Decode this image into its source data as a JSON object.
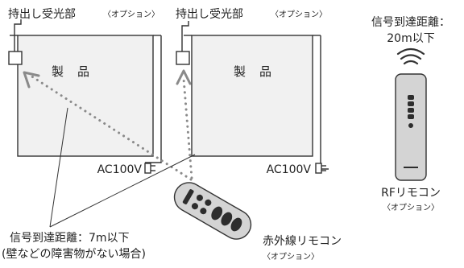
{
  "labels": {
    "receiver_left": "持出し受光部",
    "receiver_right": "持出し受光部",
    "option_paren": "〈オプション〉",
    "product_left": "製　品",
    "product_right": "製　品",
    "ac_left": "AC100V",
    "ac_right": "AC100V",
    "rf_range_line1": "信号到達距離：",
    "rf_range_line2": "20m以下",
    "rf_remote_name": "RFリモコン",
    "rf_remote_option": "〈オプション〉",
    "ir_range_line1": "信号到達距離：7m以下",
    "ir_range_line2": "(壁などの障害物がない場合)",
    "ir_remote_name": "赤外線リモコン",
    "ir_remote_option": "〈オプション〉"
  },
  "colors": {
    "line": "#333333",
    "panel_fill": "#f1f1f1",
    "signal_dots": "#8a8a8a",
    "remote_body": "#d4d4d4",
    "remote_dark": "#2d2d2d"
  },
  "icons": [
    "receiver-box-icon",
    "signal-arrow-icon",
    "plug-icon",
    "wifi-signal-icon",
    "ir-remote-icon",
    "rf-remote-icon"
  ]
}
